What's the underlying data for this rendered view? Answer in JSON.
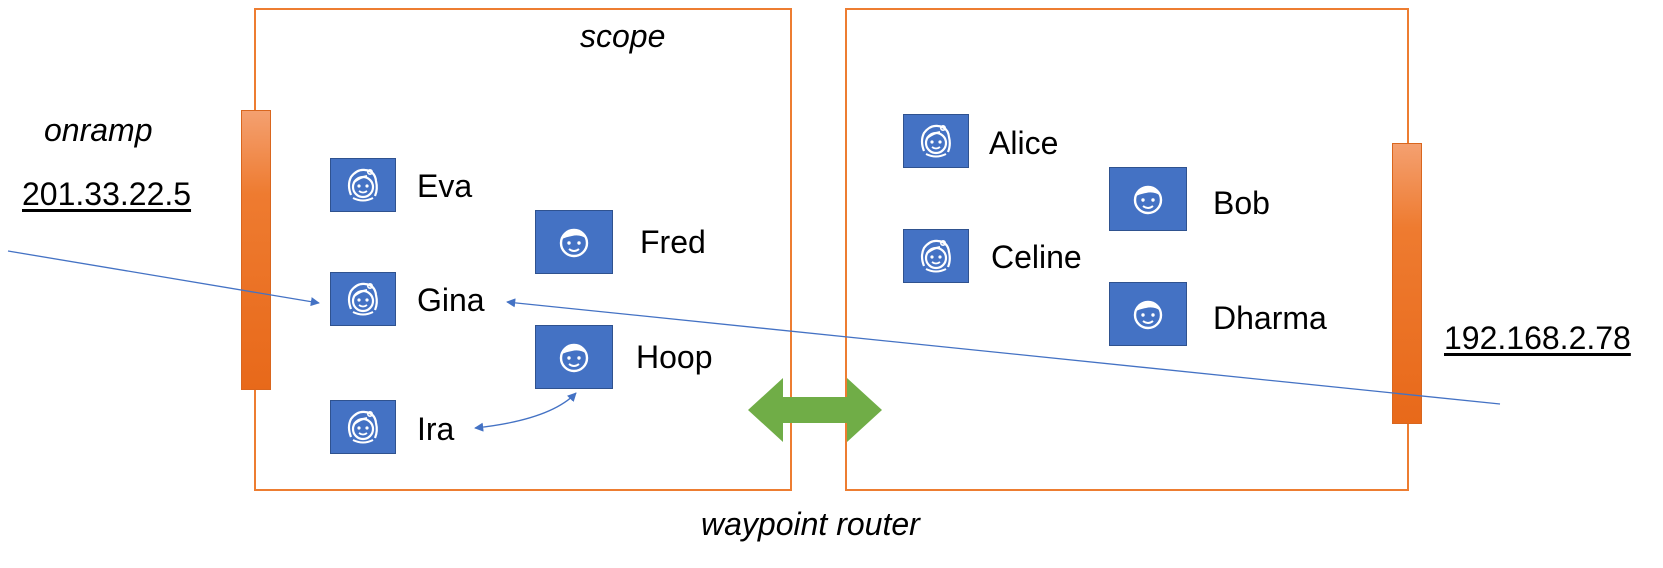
{
  "labels": {
    "scope": "scope",
    "onramp": "onramp",
    "onramp_address": "201.33.22.5",
    "right_address": "192.168.2.78",
    "router": "waypoint router"
  },
  "people": {
    "eva": {
      "name": "Eva",
      "icon": "girl-face-icon"
    },
    "fred": {
      "name": "Fred",
      "icon": "boy-face-icon"
    },
    "gina": {
      "name": "Gina",
      "icon": "girl-face-icon"
    },
    "hoop": {
      "name": "Hoop",
      "icon": "boy-face-icon"
    },
    "ira": {
      "name": "Ira",
      "icon": "girl-face-icon"
    },
    "alice": {
      "name": "Alice",
      "icon": "girl-face-icon"
    },
    "bob": {
      "name": "Bob",
      "icon": "boy-face-icon"
    },
    "celine": {
      "name": "Celine",
      "icon": "girl-face-icon"
    },
    "dharma": {
      "name": "Dharma",
      "icon": "boy-face-icon"
    }
  },
  "colors": {
    "box_border": "#ED7D31",
    "bar": "#EE7B30",
    "avatar": "#4472C4",
    "connector": "#4472C4",
    "router_arrow": "#70AD47"
  }
}
